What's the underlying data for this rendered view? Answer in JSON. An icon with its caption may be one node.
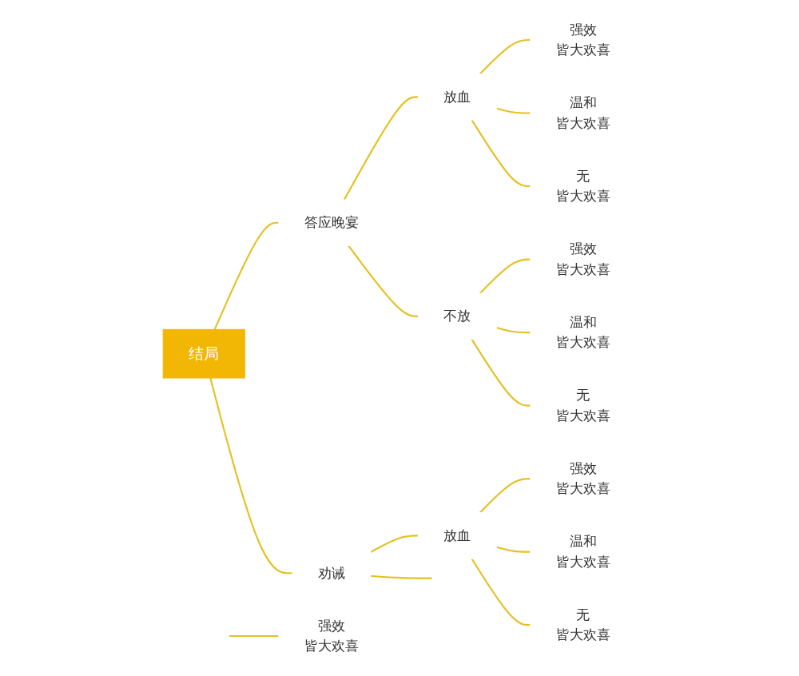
{
  "diagram": {
    "nodes": [
      {
        "text": [
          "结局"
        ]
      },
      {
        "text": [
          "答应晚宴"
        ]
      },
      {
        "text": [
          "放血"
        ]
      },
      {
        "text": [
          "强效",
          "皆大欢喜"
        ]
      },
      {
        "text": [
          "温和",
          "皆大欢喜"
        ]
      },
      {
        "text": [
          "无",
          "皆大欢喜"
        ]
      },
      {
        "text": [
          "不放"
        ]
      },
      {
        "text": [
          "强效",
          "皆大欢喜"
        ]
      },
      {
        "text": [
          "温和",
          "皆大欢喜"
        ]
      },
      {
        "text": [
          "无",
          "皆大欢喜"
        ]
      },
      {
        "text": [
          "劝诫"
        ]
      },
      {
        "text": [
          "放血"
        ]
      },
      {
        "text": [
          "强效",
          "皆大欢喜"
        ]
      },
      {
        "text": [
          "温和",
          "皆大欢喜"
        ]
      },
      {
        "text": [
          "无",
          "皆大欢喜"
        ]
      },
      {
        "text": [
          "强效",
          "皆大欢喜"
        ]
      }
    ],
    "edges": [
      {
        "from": 0,
        "to": 1,
        "arrow": "none"
      },
      {
        "from": 1,
        "to": 2,
        "arrow": "none"
      },
      {
        "from": 2,
        "to": 3,
        "arrow": "none"
      },
      {
        "from": 2,
        "to": 4,
        "arrow": "none"
      },
      {
        "from": 2,
        "to": 5,
        "arrow": "none"
      },
      {
        "from": 1,
        "to": 6,
        "arrow": "none"
      },
      {
        "from": 6,
        "to": 7,
        "arrow": "none"
      },
      {
        "from": 6,
        "to": 8,
        "arrow": "none"
      },
      {
        "from": 6,
        "to": 9,
        "arrow": "none"
      },
      {
        "from": 0,
        "to": 10,
        "arrow": "none"
      },
      {
        "from": 10,
        "to": 11,
        "arrow": "none"
      },
      {
        "from": 11,
        "to": 12,
        "arrow": "none"
      },
      {
        "from": 11,
        "to": 13,
        "arrow": "none"
      },
      {
        "from": 11,
        "to": 14,
        "arrow": "none"
      },
      {
        "from": 10,
        "to": null,
        "arrow": "none"
      },
      {
        "from": null,
        "to": 15,
        "arrow": "none"
      }
    ]
  }
}
